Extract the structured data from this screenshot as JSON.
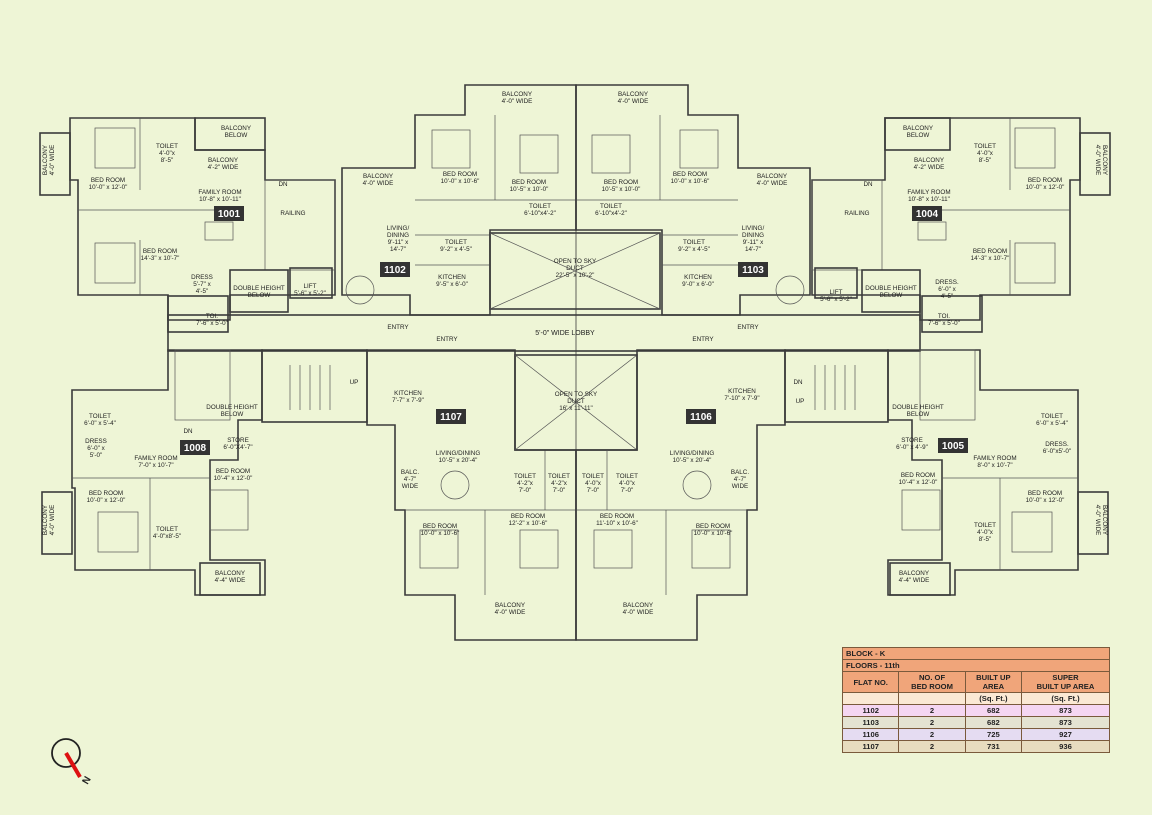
{
  "flat_tags": [
    "1001",
    "1102",
    "1103",
    "1004",
    "1008",
    "1107",
    "1106",
    "1005"
  ],
  "rooms": {
    "f1001": {
      "balcony_w": "BALCONY\n4'-0\" WIDE",
      "balcony_below": "BALCONY\nBELOW",
      "toilet": "TOILET\n4'-0\"x\n8'-5\"",
      "balcony_42": "BALCONY\n4'-2\" WIDE",
      "bedroom1": "BED ROOM\n10'-0\" x 12'-0\"",
      "family": "FAMILY ROOM\n10'-8\" x 10'-11\"",
      "bedroom2": "BED ROOM\n14'-3\" x 10'-7\"",
      "dress": "DRESS\n5'-7\" x\n4'-5\"",
      "railing": "RAILING",
      "dn": "DN",
      "dhb": "DOUBLE HEIGHT\nBELOW",
      "lift": "LIFT\n5'-6\" x 5'-2\"",
      "toi": "TOI.\n7'-6\" x 5'-0\""
    },
    "f1102": {
      "balcony_top": "BALCONY\n4'-0\" WIDE",
      "balcony_left": "BALCONY\n4'-0\" WIDE",
      "bedroom1": "BED ROOM\n10'-0\" x 10'-6\"",
      "bedroom2": "BED ROOM\n10'-5\" x 10'-0\"",
      "toilet1": "TOILET\n6'-10\"x4'-2\"",
      "living": "LIVING/\nDINING\n9'-11\" x\n14'-7\"",
      "toilet2": "TOILET\n9'-2\" x 4'-5\"",
      "kitchen": "KITCHEN\n9'-5\" x 6'-0\""
    },
    "f1103": {
      "balcony_top": "BALCONY\n4'-0\" WIDE",
      "balcony_right": "BALCONY\n4'-0\" WIDE",
      "bedroom1": "BED ROOM\n10'-5\" x 10'-0\"",
      "bedroom2": "BED ROOM\n10'-0\" x 10'-6\"",
      "toilet1": "TOILET\n6'-10\"x4'-2\"",
      "living": "LIVING/\nDINING\n9'-11\" x\n14'-7\"",
      "toilet2": "TOILET\n9'-2\" x 4'-5\"",
      "kitchen": "KITCHEN\n9'-0\" x 6'-0\""
    },
    "duct_top": "OPEN TO SKY\nDUCT\n22'-5\" x 10'-2\"",
    "lobby": "5'-0\" WIDE LOBBY",
    "entry": "ENTRY",
    "f1004": {
      "balcony_below": "BALCONY\nBELOW",
      "toilet": "TOILET\n4'-0\"x\n8'-5\"",
      "balcony_42": "BALCONY\n4'-2\" WIDE",
      "balcony_w": "BALCONY\n4'-0\" WIDE",
      "bedroom1": "BED ROOM\n10'-0\" x 12'-0\"",
      "family": "FAMILY ROOM\n10'-8\" x 10'-11\"",
      "railing": "RAILING",
      "dn": "DN",
      "bedroom2": "BED ROOM\n14'-3\" x 10'-7\"",
      "dress": "DRESS.\n6'-0\" x\n4'-5\"",
      "lift": "LIFT\n5'-6\" x 5'-2\"",
      "dhb": "DOUBLE HEIGHT\nBELOW",
      "toi": "TOI.\n7'-6\" x 5'-0\""
    },
    "f1008": {
      "toilet1": "TOILET\n6'-0\" x 5'-4\"",
      "dress": "DRESS\n6'-0\" x\n5'-0\"",
      "family": "FAMILY ROOM\n7'-0\" x 10'-7\"",
      "bedroom1": "BED ROOM\n10'-0\" x 12'-0\"",
      "bedroom2": "BED ROOM\n10'-4\" x 12'-0\"",
      "toilet2": "TOILET\n4'-0\"x8'-5\"",
      "balcony_left": "BALCONY\n4'-0\" WIDE",
      "balcony_bot": "BALCONY\n4'-4\" WIDE",
      "dhb": "DOUBLE HEIGHT\nBELOW",
      "store": "STORE\n6'-0\"X4'-7\"",
      "dn": "DN",
      "up": "UP"
    },
    "f1107": {
      "kitchen": "KITCHEN\n7'-7\" x 7'-9\"",
      "living": "LIVING/DINING\n10'-5\" x 20'-4\"",
      "balc": "BALC.\n4'-7\"\nWIDE",
      "toilet1": "TOILET\n4'-2\"x\n7'-0\"",
      "toilet2": "TOILET\n4'-2\"x\n7'-0\"",
      "bedroom1": "BED ROOM\n10'-0\" x 10'-6\"",
      "bedroom2": "BED ROOM\n12'-2\" x 10'-6\"",
      "balcony": "BALCONY\n4'-0\" WIDE"
    },
    "duct_mid": "OPEN TO SKY\nDUCT\n16' x 11'-11\"",
    "f1106": {
      "kitchen": "KITCHEN\n7'-10\" x 7'-9\"",
      "living": "LIVING/DINING\n10'-5\" x 20'-4\"",
      "balc": "BALC.\n4'-7\"\nWIDE",
      "toilet1": "TOILET\n4'-0\"x\n7'-0\"",
      "toilet2": "TOILET\n4'-0\"x\n7'-0\"",
      "bedroom1": "BED ROOM\n11'-10\" x 10'-6\"",
      "bedroom2": "BED ROOM\n10'-0\" x 10'-6\"",
      "balcony": "BALCONY\n4'-0\" WIDE"
    },
    "f1005": {
      "dhb": "DOUBLE HEIGHT\nBELOW",
      "store": "STORE\n6'-0\" x 4'-9\"",
      "toilet1": "TOILET\n6'-0\" x 5'-4\"",
      "dress": "DRESS.\n6'-0\"x5'-0\"",
      "family": "FAMILY ROOM\n8'-0\" x 10'-7\"",
      "bedroom1": "BED ROOM\n10'-4\" x 12'-0\"",
      "bedroom2": "BED ROOM\n10'-0\" x 12'-0\"",
      "toilet2": "TOILET\n4'-0\"x\n8'-5\"",
      "balcony_bot": "BALCONY\n4'-4\" WIDE",
      "balcony_right": "BALCONY\n4'-0\" WIDE",
      "dn": "DN",
      "up": "UP"
    }
  },
  "table": {
    "block": "BLOCK - K",
    "floors": "FLOORS - 11th",
    "headers": [
      "FLAT NO.",
      "NO. OF\nBED ROOM",
      "BUILT UP\nAREA",
      "SUPER\nBUILT UP AREA"
    ],
    "units": [
      "(Sq. Ft.)",
      "(Sq. Ft.)"
    ],
    "rows": [
      {
        "flat": "1102",
        "bed": "2",
        "built": "682",
        "super": "873"
      },
      {
        "flat": "1103",
        "bed": "2",
        "built": "682",
        "super": "873"
      },
      {
        "flat": "1106",
        "bed": "2",
        "built": "725",
        "super": "927"
      },
      {
        "flat": "1107",
        "bed": "2",
        "built": "731",
        "super": "936"
      }
    ]
  },
  "compass_label": "N",
  "colors": {
    "background": "#eef5d6",
    "flat_1001": "#d9eef7",
    "flat_1102": "#f3c9ef",
    "flat_1103": "#dddbc8",
    "flat_1004": "#f7f1b8",
    "flat_1008": "#d6efb0",
    "flat_1107": "#dccb9a",
    "flat_1106": "#ddd0f0",
    "flat_1005": "#d3d2a6",
    "lobby": "#e8ecea",
    "table_header": "#f0a57a"
  }
}
